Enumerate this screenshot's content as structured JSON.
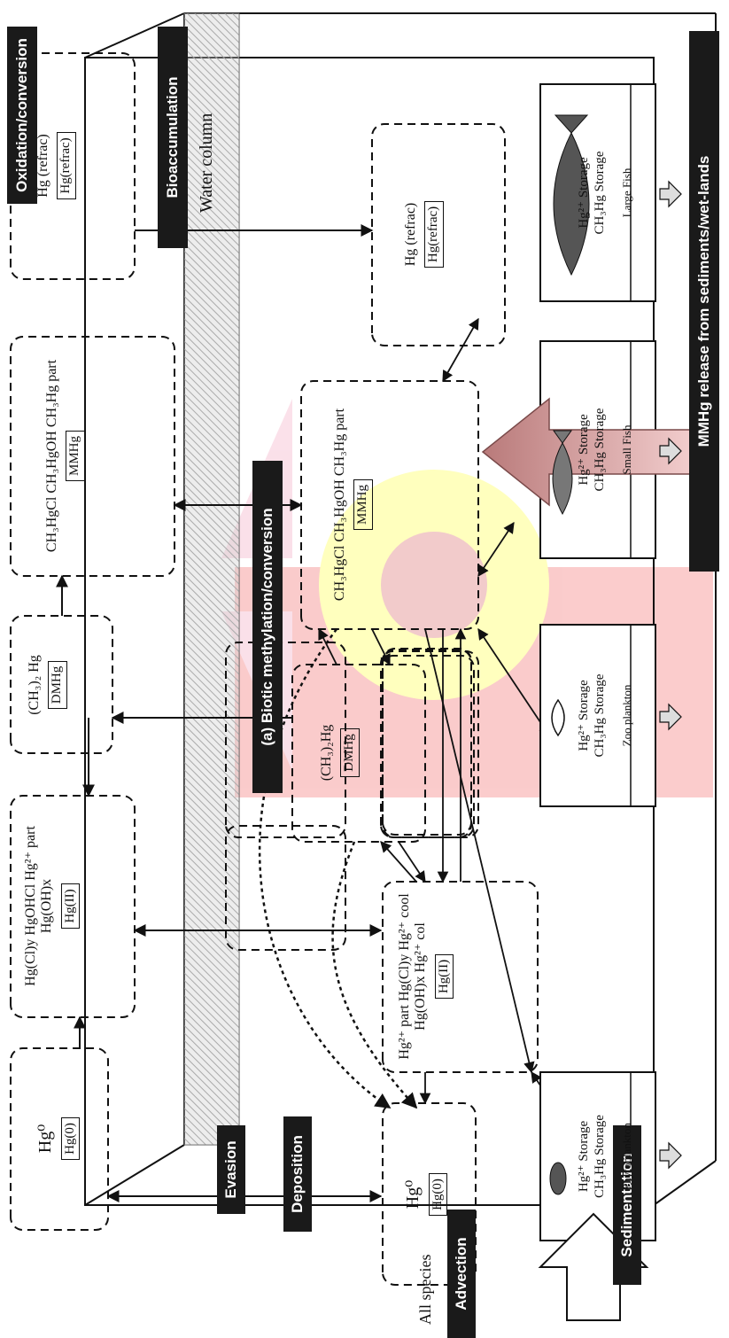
{
  "labels": {
    "water_column": "Water column",
    "oxidation": "Oxidation/conversion",
    "bioaccumulation": "Bioaccumulation",
    "biotic": "(a) Biotic methylation/conversion",
    "mmhg_release": "MMHg release from sediments/wet-lands",
    "evasion": "Evasion",
    "deposition": "Deposition",
    "sedimentation": "Sedimentation",
    "advection": "Advection",
    "all_species": "All species"
  },
  "atm_boxes": [
    {
      "formula": "Hg⁰",
      "tag": "Hg(0)"
    },
    {
      "formula": "Hg(Cl)y HgOHCl Hg²⁺ part Hg(OH)x",
      "tag": "Hg(II)"
    },
    {
      "formula": "(CH₃)₂ Hg",
      "tag": "DMHg"
    },
    {
      "formula": "CH₃HgCl CH₃HgOH CH₃Hg part",
      "tag": "MMHg"
    },
    {
      "formula": "Hg (refrac)",
      "tag": "Hg(refrac)"
    }
  ],
  "water_boxes": [
    {
      "formula": "Hg⁰",
      "tag": "Hg(0)"
    },
    {
      "formula": "Hg²⁺ part Hg(Cl)y Hg²⁺ cool Hg(OH)x Hg²⁺ col",
      "tag": "Hg(II)"
    },
    {
      "formula": "(CH₃)₂Hg",
      "tag": "DMHg"
    },
    {
      "formula": "CH₃HgCl CH₃HgOH CH₃Hg part",
      "tag": "MMHg"
    },
    {
      "formula": "Hg (refrac)",
      "tag": "Hg(refrac)"
    }
  ],
  "storage_boxes": [
    {
      "line1": "Hg²⁺ Storage",
      "line2": "CH₃Hg Storage",
      "organism": "Phytoplankton"
    },
    {
      "line1": "Hg²⁺ Storage",
      "line2": "CH₃Hg Storage",
      "organism": "Zoo plankton"
    },
    {
      "line1": "Hg²⁺ Storage",
      "line2": "CH₃Hg Storage",
      "organism": "Small Fish"
    },
    {
      "line1": "Hg²⁺ Storage",
      "line2": "CH₃Hg Storage",
      "organism": "Large Fish"
    }
  ]
}
